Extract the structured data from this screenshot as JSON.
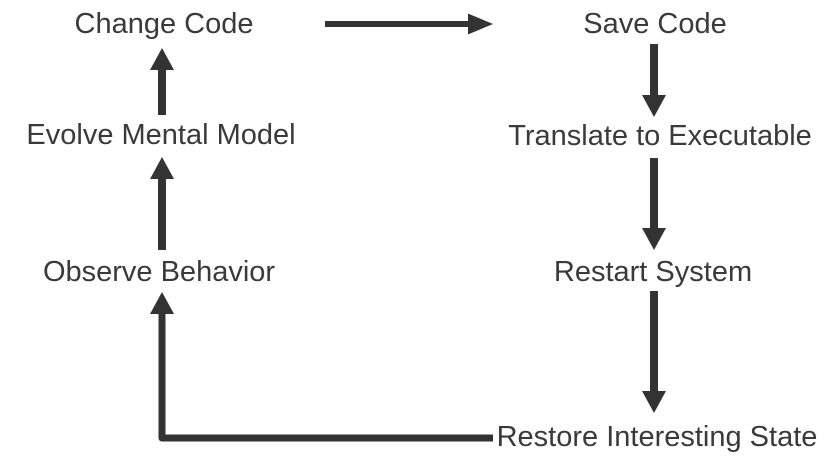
{
  "diagram": {
    "description": "Edit-compile-restart feedback loop diagram",
    "background_color": "#ffffff",
    "text_color": "#3a3a3a",
    "arrow_color": "#333333",
    "nodes": {
      "change_code": "Change Code",
      "save_code": "Save Code",
      "translate_to_executable": "Translate to Executable",
      "restart_system": "Restart System",
      "restore_interesting_state": "Restore Interesting State",
      "observe_behavior": "Observe Behavior",
      "evolve_mental_model": "Evolve Mental Model"
    },
    "edges": [
      {
        "from": "Change Code",
        "to": "Save Code"
      },
      {
        "from": "Save Code",
        "to": "Translate to Executable"
      },
      {
        "from": "Translate to Executable",
        "to": "Restart System"
      },
      {
        "from": "Restart System",
        "to": "Restore Interesting State"
      },
      {
        "from": "Restore Interesting State",
        "to": "Observe Behavior"
      },
      {
        "from": "Observe Behavior",
        "to": "Evolve Mental Model"
      },
      {
        "from": "Evolve Mental Model",
        "to": "Change Code"
      }
    ]
  }
}
